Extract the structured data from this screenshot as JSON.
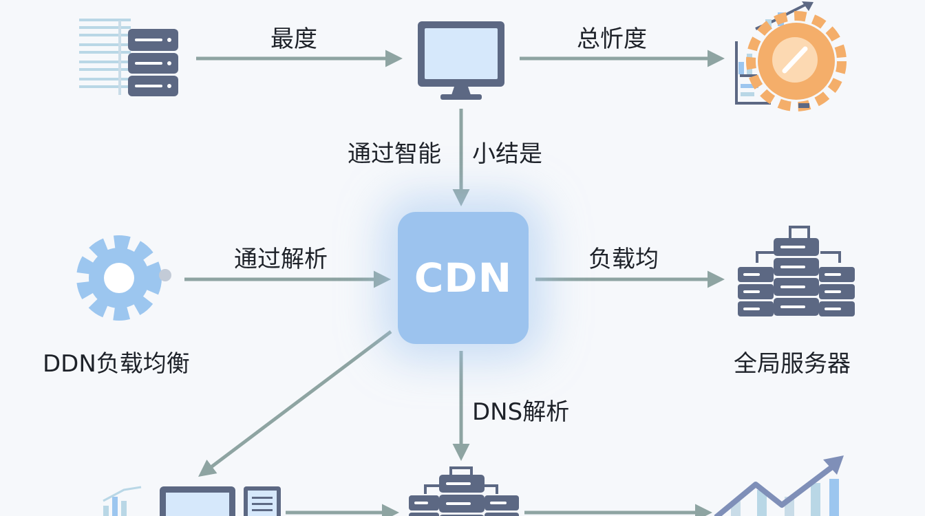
{
  "center": {
    "label": "CDN"
  },
  "edges": {
    "top_left": "最度",
    "top_right": "总忻度",
    "top_down_left": "通过智能",
    "top_down_right": "小结是",
    "middle_left": "通过解析",
    "middle_right": "负载均",
    "bottom_down": "DNS解析"
  },
  "nodes": {
    "left_middle": "DDN负载均衡",
    "right_middle": "全局服务器"
  },
  "colors": {
    "arrow": "#8ea4a2",
    "server": "#5c6883",
    "monitor_fill": "#d6e8fb",
    "gear_blue": "#9cc6ef",
    "gear_orange": "#f4ae6a",
    "cdn_box": "#9cc3ee"
  },
  "icons": [
    "server-stack-icon",
    "monitor-icon",
    "gear-analytics-icon",
    "gear-icon",
    "server-cluster-icon",
    "computer-documents-icon",
    "server-network-icon",
    "growth-chart-icon"
  ]
}
